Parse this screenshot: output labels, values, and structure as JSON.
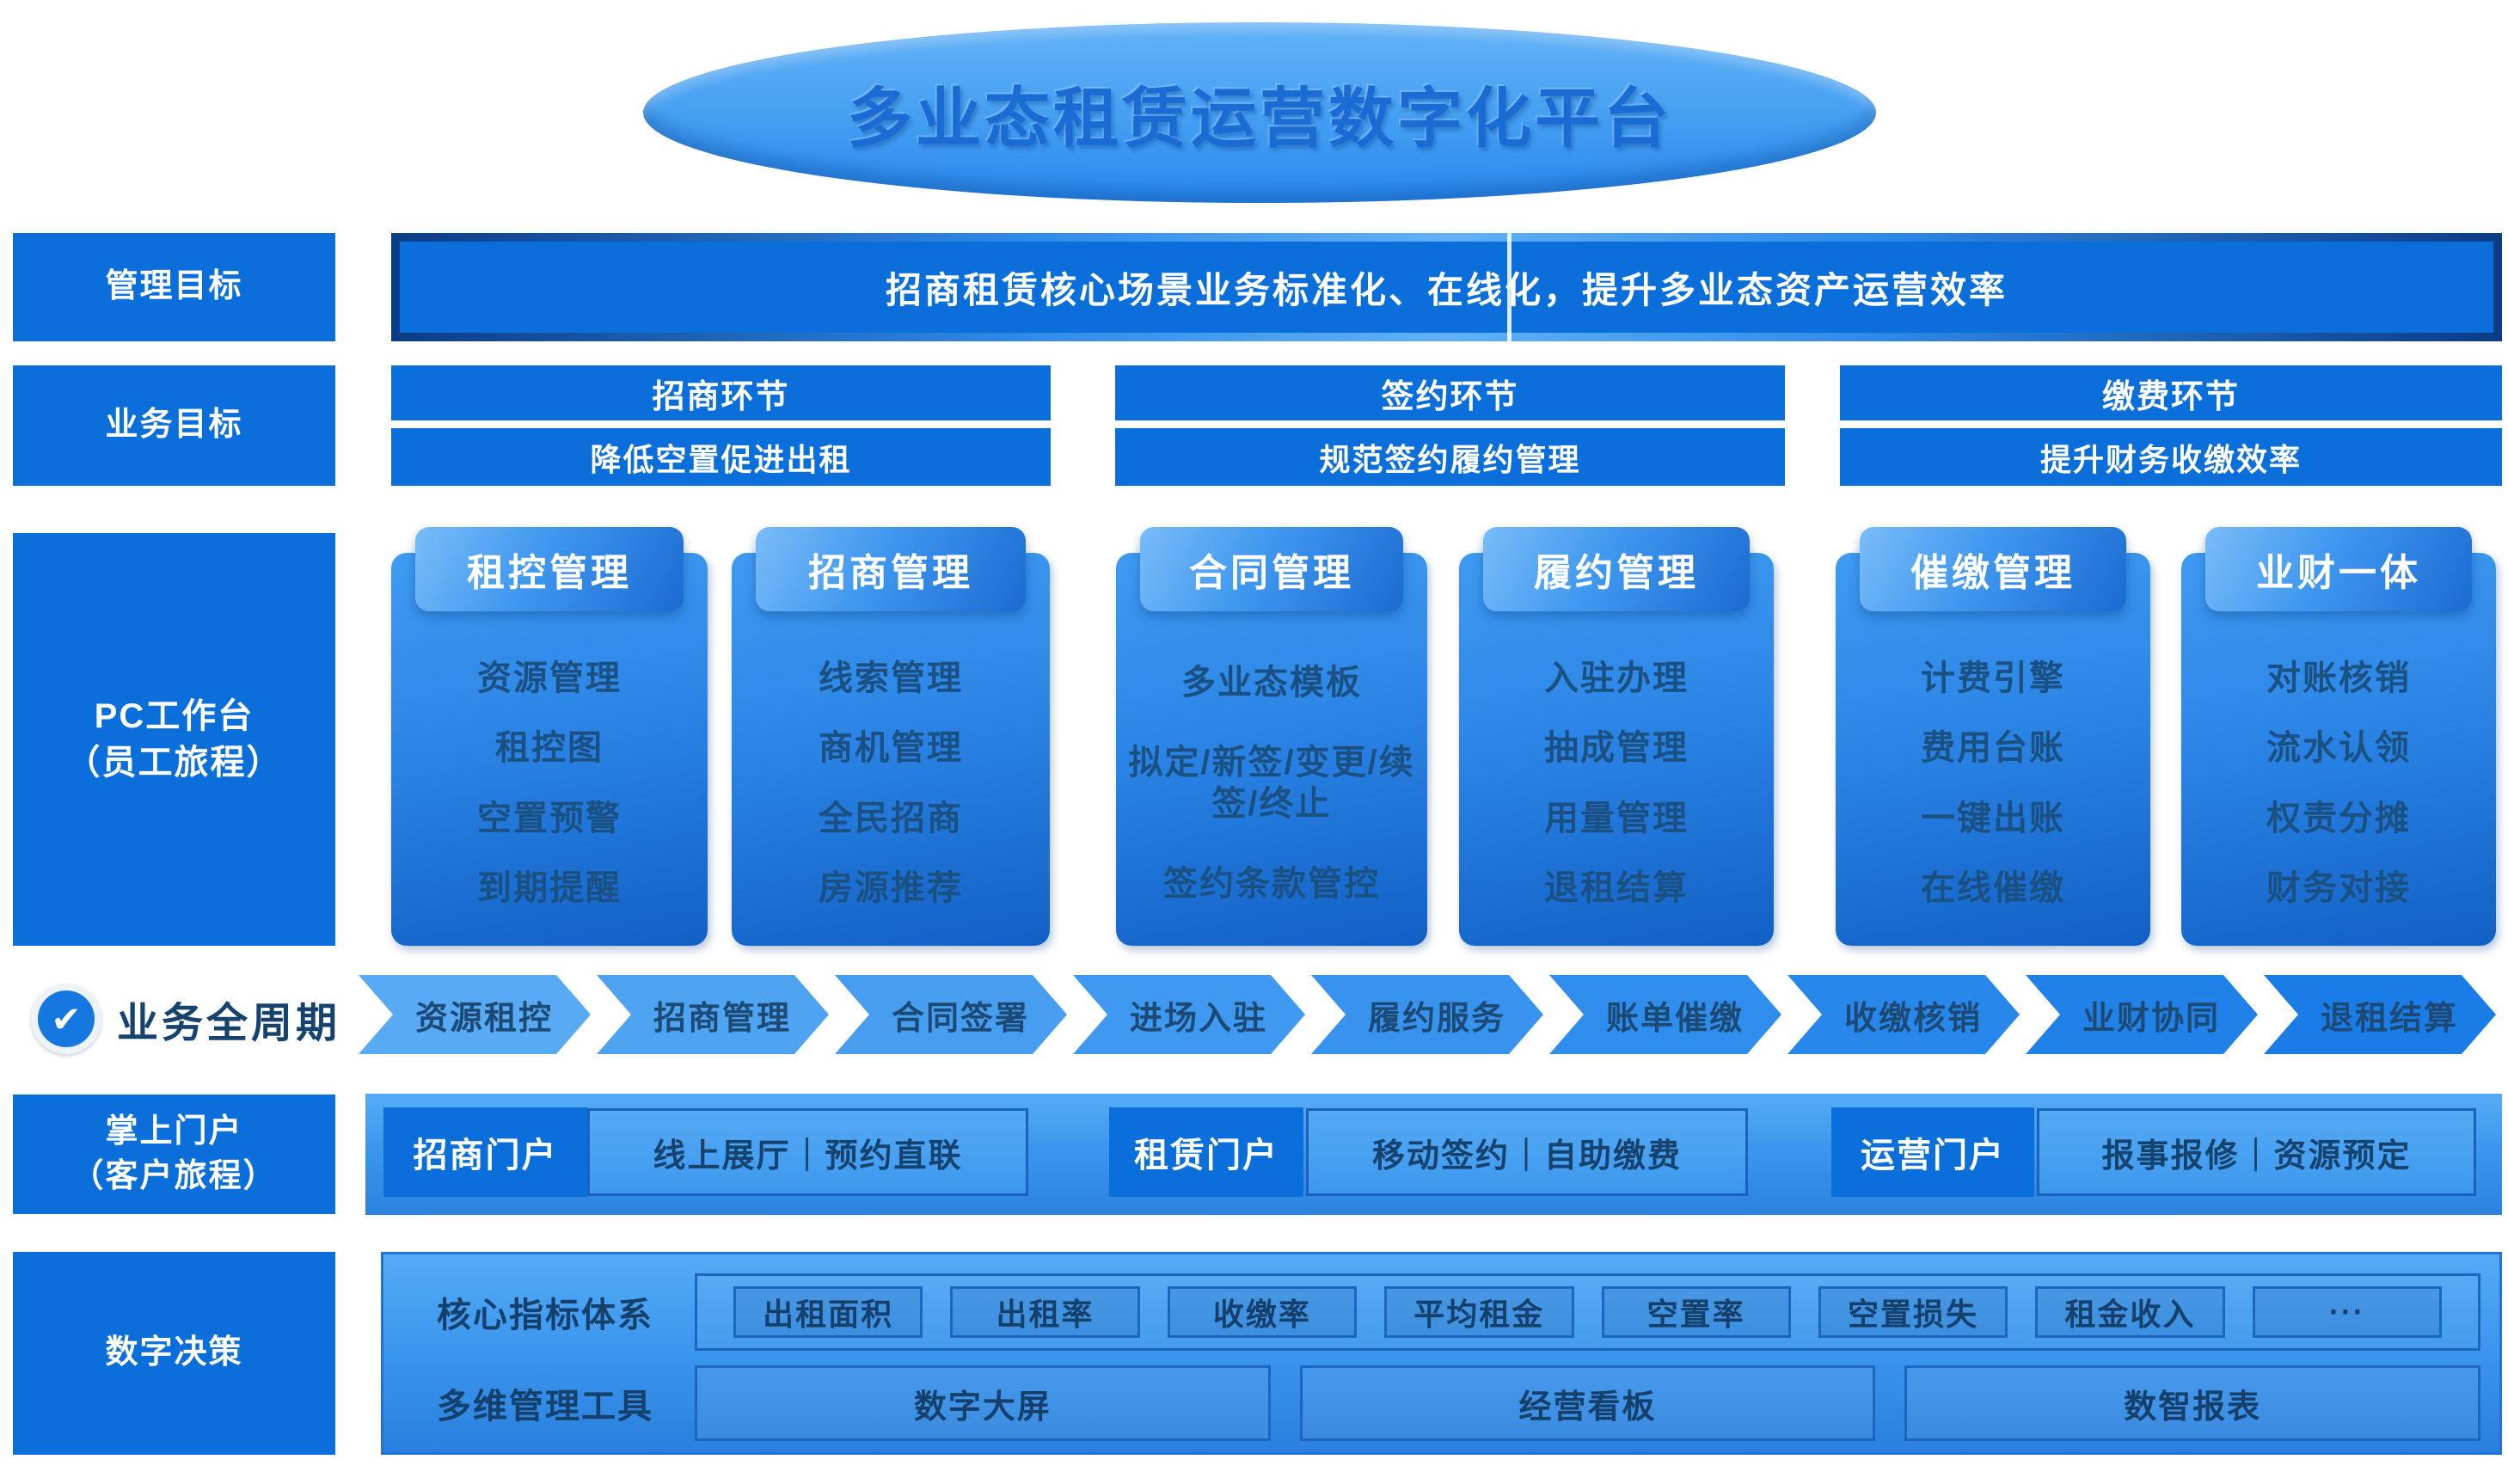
{
  "title": "多业态租赁运营数字化平台",
  "colors": {
    "accent": "#0a6edb",
    "dark_text": "#16436e",
    "card_item_text": "#1a5182"
  },
  "management": {
    "label": "管理目标",
    "banner": "招商租赁核心场景业务标准化、在线化，提升多业态资产运营效率"
  },
  "business": {
    "label": "业务目标",
    "columns": [
      {
        "stage": "招商环节",
        "goal": "降低空置促进出租"
      },
      {
        "stage": "签约环节",
        "goal": "规范签约履约管理"
      },
      {
        "stage": "缴费环节",
        "goal": "提升财务收缴效率"
      }
    ]
  },
  "pc": {
    "label_line1": "PC工作台",
    "label_line2": "（员工旅程）",
    "cards": [
      {
        "title": "租控管理",
        "items": [
          "资源管理",
          "租控图",
          "空置预警",
          "到期提醒"
        ]
      },
      {
        "title": "招商管理",
        "items": [
          "线索管理",
          "商机管理",
          "全民招商",
          "房源推荐"
        ]
      },
      {
        "title": "合同管理",
        "items": [
          "多业态模板",
          "拟定/新签/变更/续签/终止",
          "签约条款管控"
        ]
      },
      {
        "title": "履约管理",
        "items": [
          "入驻办理",
          "抽成管理",
          "用量管理",
          "退租结算"
        ]
      },
      {
        "title": "催缴管理",
        "items": [
          "计费引擎",
          "费用台账",
          "一键出账",
          "在线催缴"
        ]
      },
      {
        "title": "业财一体",
        "items": [
          "对账核销",
          "流水认领",
          "权责分摊",
          "财务对接"
        ]
      }
    ]
  },
  "cycle": {
    "label": "业务全周期",
    "check_icon": "✔",
    "steps": [
      "资源租控",
      "招商管理",
      "合同签署",
      "进场入驻",
      "履约服务",
      "账单催缴",
      "收缴核销",
      "业财协同",
      "退租结算"
    ]
  },
  "portal": {
    "label_line1": "掌上门户",
    "label_line2": "（客户旅程）",
    "groups": [
      {
        "name": "招商门户",
        "features": "线上展厅｜预约直联"
      },
      {
        "name": "租赁门户",
        "features": "移动签约｜自助缴费"
      },
      {
        "name": "运营门户",
        "features": "报事报修｜资源预定"
      }
    ]
  },
  "decision": {
    "label": "数字决策",
    "kpi_label": "核心指标体系",
    "kpis": [
      "出租面积",
      "出租率",
      "收缴率",
      "平均租金",
      "空置率",
      "空置损失",
      "租金收入",
      "···"
    ],
    "tools_label": "多维管理工具",
    "tools": [
      "数字大屏",
      "经营看板",
      "数智报表"
    ]
  }
}
